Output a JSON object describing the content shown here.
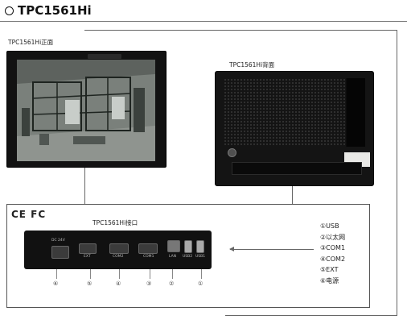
{
  "title": "TPC1561Hi",
  "front": {
    "caption": "TPC1561Hi正面"
  },
  "back": {
    "caption": "TPC1561Hi背面"
  },
  "interface": {
    "caption": "TPC1561Hi接口",
    "cert_marks": "CE FC",
    "port_labels": [
      "DC 24V",
      "EXT",
      "COM2",
      "COM1",
      "LAN",
      "USB2",
      "USB1"
    ],
    "port_numbers": [
      "⑥",
      "⑤",
      "④",
      "③",
      "②",
      "①"
    ]
  },
  "legend": [
    "①USB",
    "②以太网",
    "③COM1",
    "④COM2",
    "⑤EXT",
    "⑥电源"
  ]
}
